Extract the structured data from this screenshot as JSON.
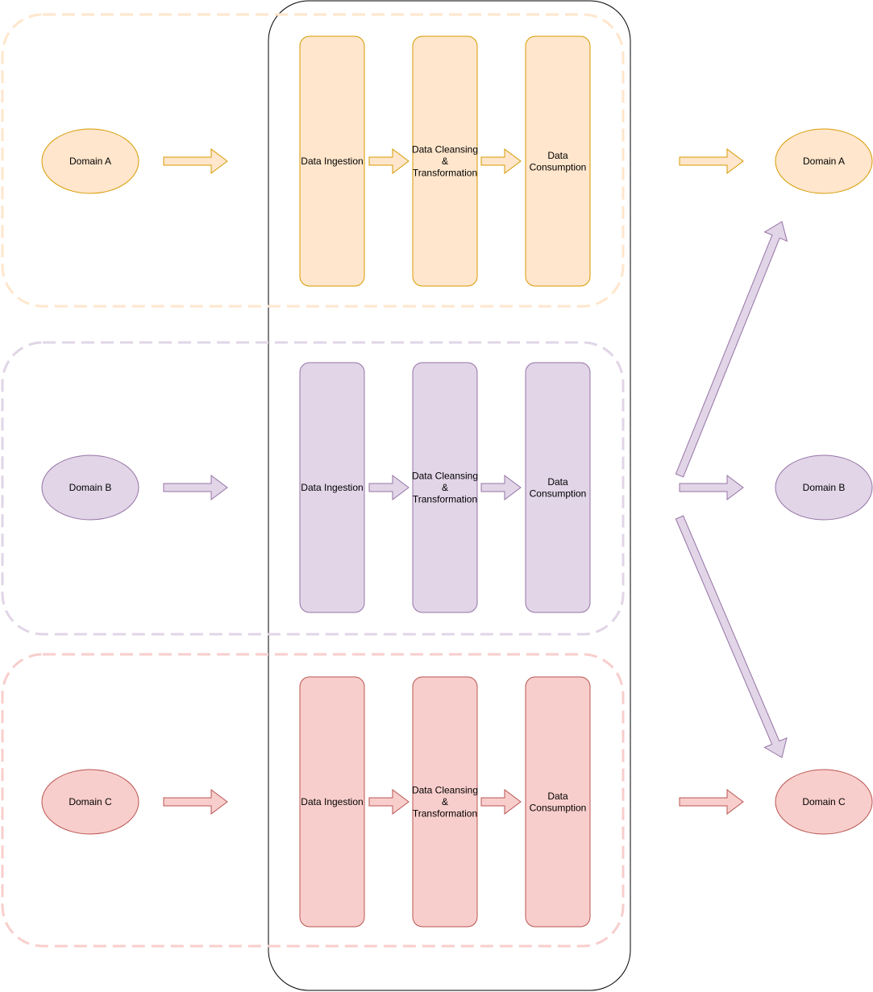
{
  "domains": [
    {
      "key": "a",
      "source_label": "Domain A",
      "target_label": "Domain A",
      "steps": [
        "Data Ingestion",
        "Data Cleansing & Transformation",
        "Data Consumption"
      ],
      "fill": "#ffe6cc",
      "stroke": "#d79b00",
      "region_stroke": "#ffe6cc"
    },
    {
      "key": "b",
      "source_label": "Domain B",
      "target_label": "Domain B",
      "steps": [
        "Data Ingestion",
        "Data Cleansing & Transformation",
        "Data Consumption"
      ],
      "fill": "#e1d5e7",
      "stroke": "#9673a6",
      "region_stroke": "#e1d5e7"
    },
    {
      "key": "c",
      "source_label": "Domain C",
      "target_label": "Domain C",
      "steps": [
        "Data Ingestion",
        "Data Cleansing & Transformation",
        "Data Consumption"
      ],
      "fill": "#f8cecc",
      "stroke": "#b85450",
      "region_stroke": "#f8cecc"
    }
  ],
  "cross_links": [
    {
      "from": "b",
      "to": "a"
    },
    {
      "from": "b",
      "to": "c"
    }
  ]
}
